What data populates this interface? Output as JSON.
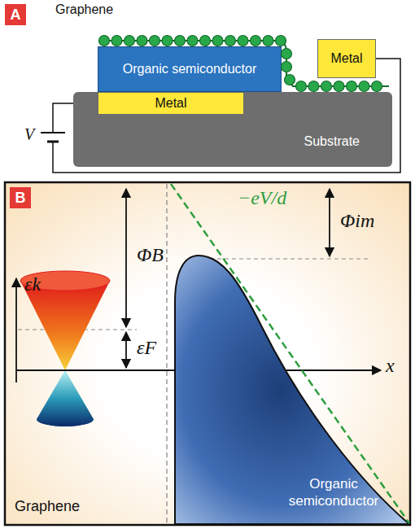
{
  "diagram": {
    "nodes": [
      {
        "text": [
          "A"
        ]
      },
      {
        "text": [
          "Organic semiconductor"
        ]
      },
      {
        "text": [
          "Metal"
        ]
      },
      {
        "text": [
          "Metal"
        ]
      },
      {
        "text": [
          "Substrate"
        ]
      },
      {
        "text": [
          "B"
        ]
      },
      {
        "text": [
          "Organic semiconductor"
        ]
      }
    ],
    "edges": [
      {
        "from": 3,
        "to": 2,
        "arrow": "none"
      }
    ],
    "labels": [
      "Graphene",
      "V",
      "ΦB",
      "εF",
      "εk",
      "x",
      "−eV/d",
      "Φim",
      "Graphene"
    ]
  }
}
